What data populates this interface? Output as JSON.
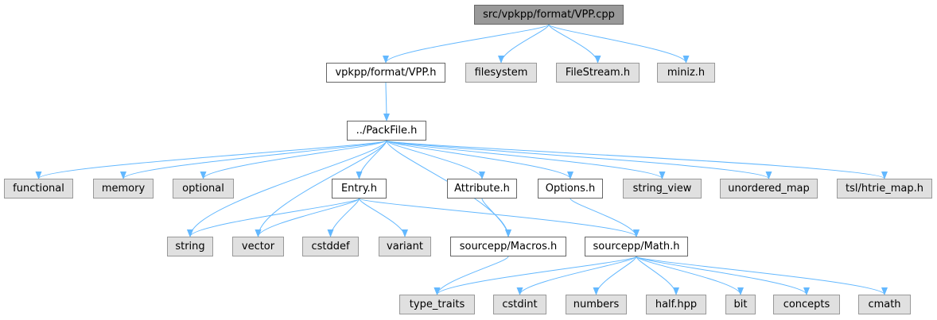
{
  "graph": {
    "nodes": {
      "root": "src/vpkpp/format/VPP.cpp",
      "vpp_h": "vpkpp/format/VPP.h",
      "filesystem": "filesystem",
      "filestream_h": "FileStream.h",
      "miniz_h": "miniz.h",
      "packfile_h": "../PackFile.h",
      "functional": "functional",
      "memory": "memory",
      "optional": "optional",
      "entry_h": "Entry.h",
      "attribute_h": "Attribute.h",
      "options_h": "Options.h",
      "string_view": "string_view",
      "unordered_map": "unordered_map",
      "htrie_map": "tsl/htrie_map.h",
      "string": "string",
      "vector": "vector",
      "cstddef": "cstddef",
      "variant": "variant",
      "macros_h": "sourcepp/Macros.h",
      "math_h": "sourcepp/Math.h",
      "type_traits": "type_traits",
      "cstdint": "cstdint",
      "numbers": "numbers",
      "half_hpp": "half.hpp",
      "bit": "bit",
      "concepts": "concepts",
      "cmath": "cmath"
    },
    "edges": [
      [
        "root",
        "vpp_h"
      ],
      [
        "root",
        "filesystem"
      ],
      [
        "root",
        "filestream_h"
      ],
      [
        "root",
        "miniz_h"
      ],
      [
        "vpp_h",
        "packfile_h"
      ],
      [
        "packfile_h",
        "functional"
      ],
      [
        "packfile_h",
        "memory"
      ],
      [
        "packfile_h",
        "optional"
      ],
      [
        "packfile_h",
        "string"
      ],
      [
        "packfile_h",
        "vector"
      ],
      [
        "packfile_h",
        "entry_h"
      ],
      [
        "packfile_h",
        "macros_h"
      ],
      [
        "packfile_h",
        "attribute_h"
      ],
      [
        "packfile_h",
        "options_h"
      ],
      [
        "packfile_h",
        "string_view"
      ],
      [
        "packfile_h",
        "unordered_map"
      ],
      [
        "packfile_h",
        "htrie_map"
      ],
      [
        "entry_h",
        "string"
      ],
      [
        "entry_h",
        "vector"
      ],
      [
        "entry_h",
        "cstddef"
      ],
      [
        "entry_h",
        "variant"
      ],
      [
        "entry_h",
        "math_h"
      ],
      [
        "attribute_h",
        "macros_h"
      ],
      [
        "options_h",
        "math_h"
      ],
      [
        "macros_h",
        "type_traits"
      ],
      [
        "math_h",
        "type_traits"
      ],
      [
        "math_h",
        "cstdint"
      ],
      [
        "math_h",
        "numbers"
      ],
      [
        "math_h",
        "half_hpp"
      ],
      [
        "math_h",
        "bit"
      ],
      [
        "math_h",
        "concepts"
      ],
      [
        "math_h",
        "cmath"
      ]
    ],
    "colors": {
      "edge": "#63b8ff",
      "external_fill": "#e0e0e0",
      "external_border": "#999999",
      "linked_fill": "#ffffff",
      "linked_border": "#666666",
      "root_fill": "#999999"
    }
  }
}
